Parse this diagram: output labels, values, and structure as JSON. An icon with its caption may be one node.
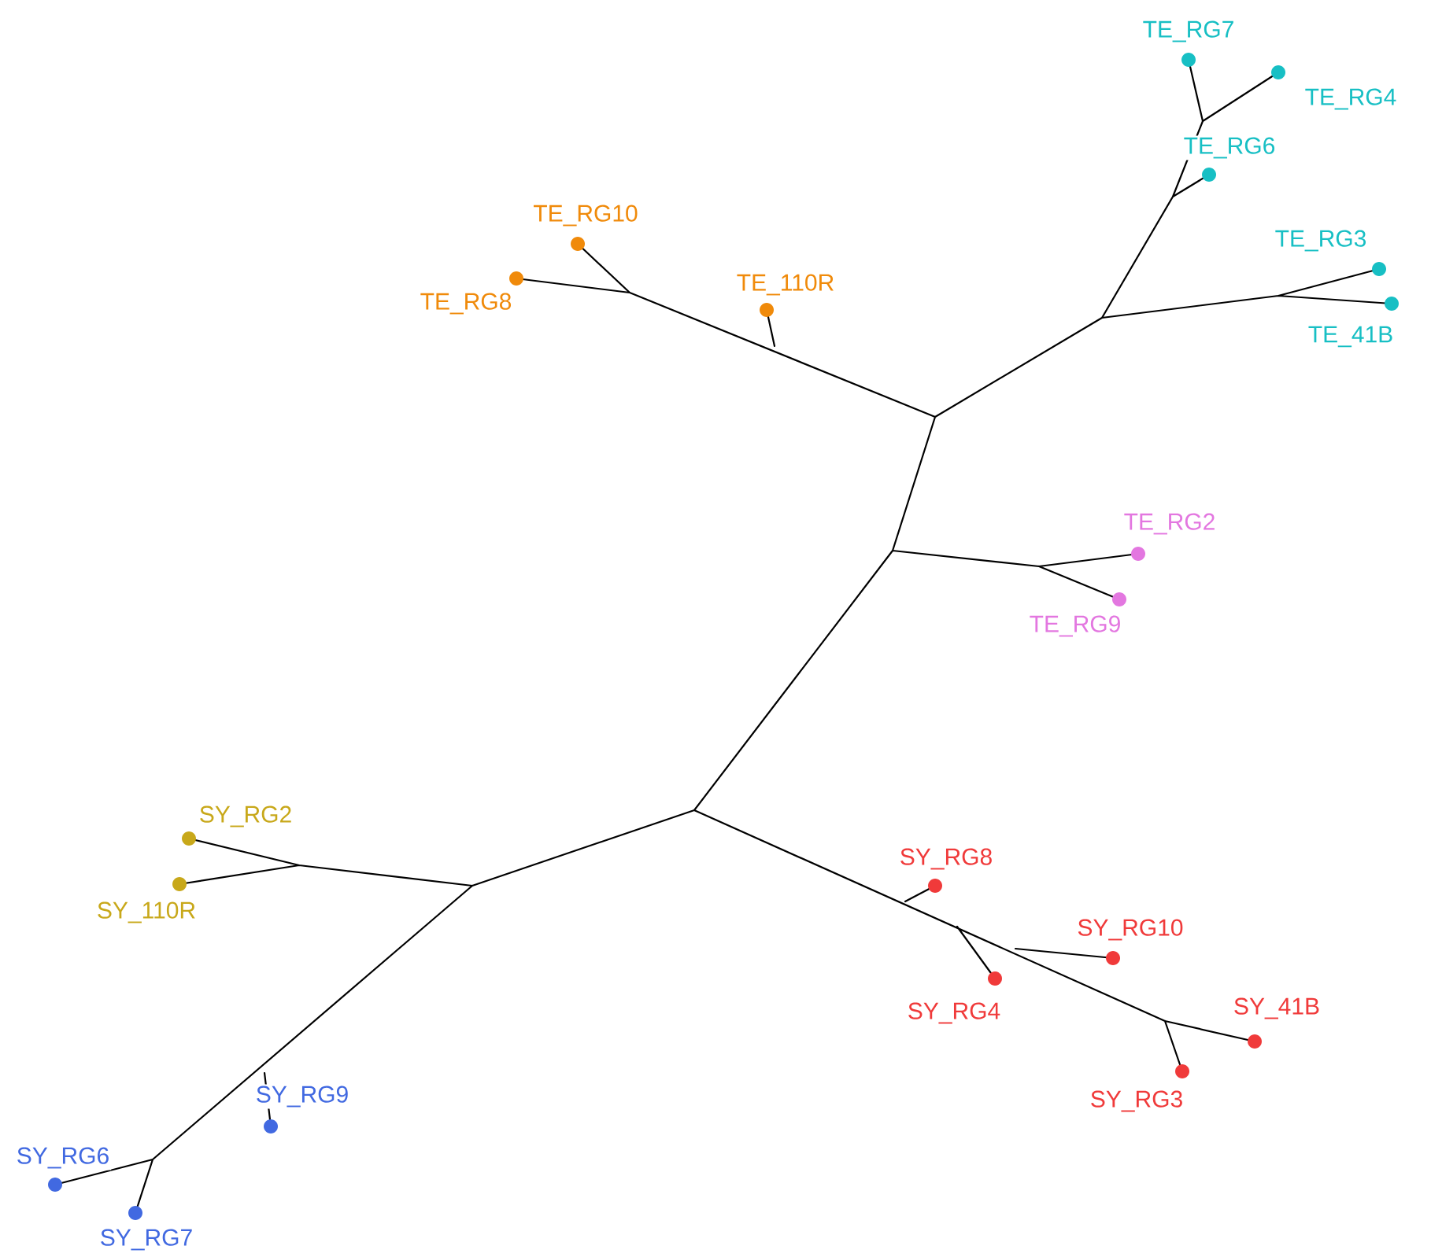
{
  "diagram": {
    "labels": [
      "TE_RG7",
      "TE_RG4",
      "TE_RG6",
      "TE_RG10",
      "TE_RG3",
      "TE_110R",
      "TE_RG8",
      "TE_41B",
      "TE_RG2",
      "TE_RG9",
      "SY_RG2",
      "SY_RG8",
      "SY_110R",
      "SY_RG10",
      "SY_RG4",
      "SY_41B",
      "SY_RG9",
      "SY_RG6",
      "SY_RG3",
      "SY_RG7"
    ]
  }
}
